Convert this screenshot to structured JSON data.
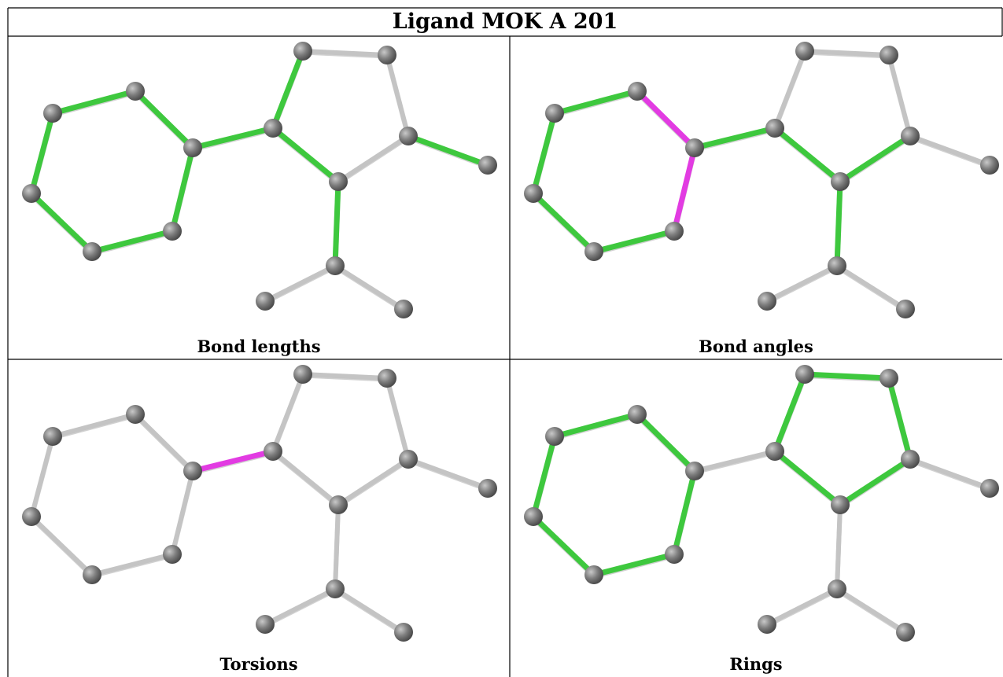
{
  "title": "Ligand MOK A 201",
  "panels": [
    {
      "caption": "Bond lengths",
      "highlight": {
        "green": [
          [
            0,
            1
          ],
          [
            1,
            2
          ],
          [
            2,
            3
          ],
          [
            3,
            4
          ],
          [
            4,
            5
          ],
          [
            5,
            0
          ],
          [
            0,
            6
          ],
          [
            6,
            7
          ],
          [
            6,
            10
          ],
          [
            10,
            11
          ],
          [
            9,
            12
          ]
        ],
        "magenta": []
      }
    },
    {
      "caption": "Bond angles",
      "highlight": {
        "green": [
          [
            1,
            2
          ],
          [
            2,
            3
          ],
          [
            3,
            4
          ],
          [
            4,
            5
          ],
          [
            0,
            6
          ],
          [
            6,
            10
          ],
          [
            10,
            9
          ],
          [
            10,
            11
          ]
        ],
        "magenta": [
          [
            0,
            1
          ],
          [
            5,
            0
          ]
        ]
      }
    },
    {
      "caption": "Torsions",
      "highlight": {
        "green": [],
        "magenta": [
          [
            0,
            6
          ]
        ]
      }
    },
    {
      "caption": "Rings",
      "highlight": {
        "green": [
          [
            0,
            1
          ],
          [
            1,
            2
          ],
          [
            2,
            3
          ],
          [
            3,
            4
          ],
          [
            4,
            5
          ],
          [
            5,
            0
          ],
          [
            6,
            7
          ],
          [
            7,
            8
          ],
          [
            8,
            9
          ],
          [
            9,
            10
          ],
          [
            10,
            6
          ]
        ],
        "magenta": []
      }
    }
  ],
  "colors": {
    "green": "#3ec83e",
    "magenta": "#e23be2",
    "grey_bond": "#c4c4c4",
    "atom": "#7d7d7d"
  }
}
